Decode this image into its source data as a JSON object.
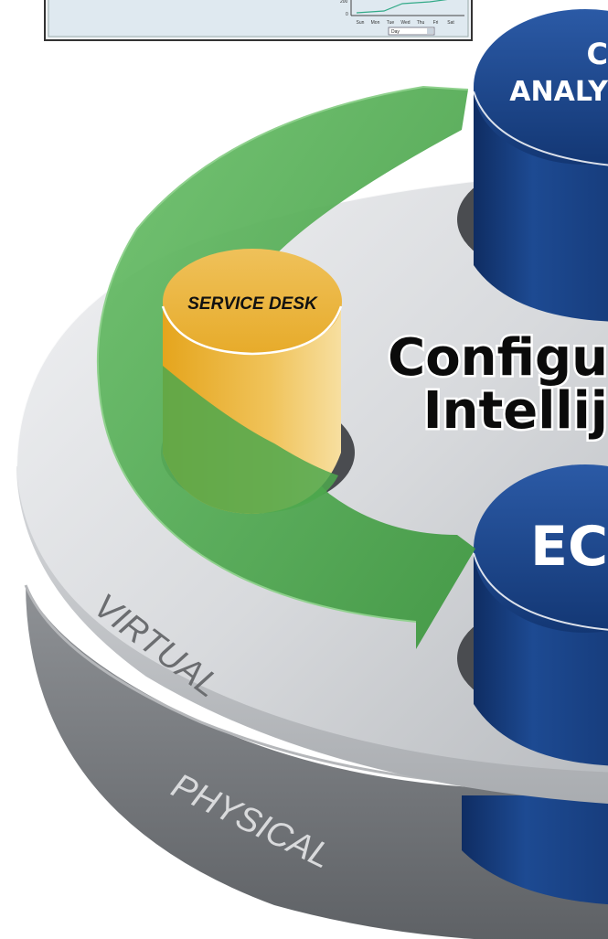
{
  "diagram": {
    "center_title": {
      "line1": "Configu",
      "line2": "Intellij"
    },
    "cylinders": [
      {
        "id": "service-desk",
        "label": "SERVICE DESK"
      },
      {
        "id": "top-right",
        "line1": "C",
        "line2": "ANALY"
      },
      {
        "id": "bottom-right",
        "label": "EC"
      }
    ],
    "rings": [
      {
        "id": "virtual",
        "label": "VIRTUAL"
      },
      {
        "id": "physical",
        "label": "PHYSICAL"
      }
    ],
    "thumbnail": {
      "x_ticks": [
        "Sun",
        "Mon",
        "Tue",
        "Wed",
        "Thu",
        "Fri",
        "Sat"
      ],
      "y_tick": "200",
      "y_zero": "0",
      "select_value": "Day"
    },
    "colors": {
      "navy": "#173a78",
      "gold": "#e9b33a",
      "green": "#4ea84e",
      "silver": "#cfd1d4"
    }
  }
}
